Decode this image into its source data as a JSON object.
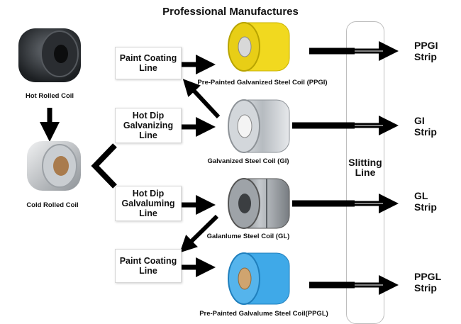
{
  "title": "Professional Manufactures",
  "raw": [
    {
      "caption": "Hot Rolled Coil"
    },
    {
      "caption": "Cold Rolled Coil"
    }
  ],
  "process_boxes": [
    {
      "label": "Paint Coating\nLine"
    },
    {
      "label": "Hot Dip\nGalvanizing\nLine"
    },
    {
      "label": "Hot Dip\nGalvaluming\nLine"
    },
    {
      "label": "Paint Coating\nLine"
    }
  ],
  "coils": [
    {
      "caption": "Pre-Painted Galvanized Steel Coil (PPGI)",
      "color": "#f1d91f"
    },
    {
      "caption": "Galvanized Steel Coil (GI)",
      "color": "#c7cbd0"
    },
    {
      "caption": "Galanlume Steel Coil (GL)",
      "color": "#9ea3a8"
    },
    {
      "caption": "Pre-Painted Galvalume Steel Coil(PPGL)",
      "color": "#3fa9e8"
    }
  ],
  "slitting": {
    "label": "Slitting\nLine"
  },
  "outputs": [
    {
      "label": "PPGI\nStrip"
    },
    {
      "label": "GI\nStrip"
    },
    {
      "label": "GL\nStrip"
    },
    {
      "label": "PPGL\nStrip"
    }
  ],
  "colors": {
    "arrow": "#000000",
    "box_border": "#d7d7d7"
  }
}
